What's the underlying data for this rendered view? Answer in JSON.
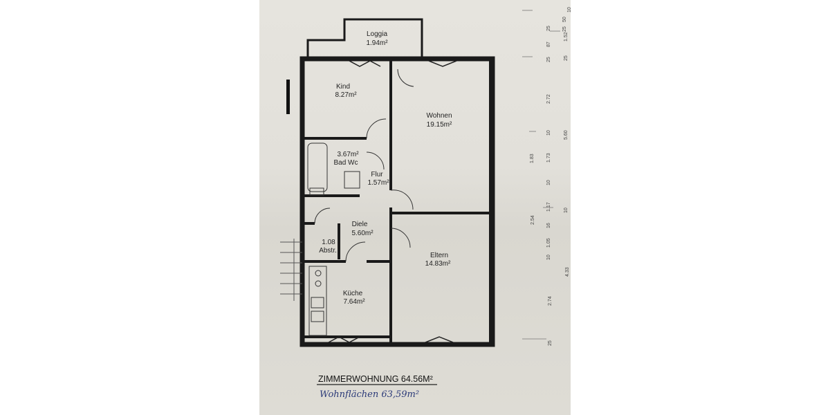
{
  "rooms": {
    "loggia": {
      "name": "Loggia",
      "area": "1.94m²"
    },
    "kind": {
      "name": "Kind",
      "area": "8.27m²"
    },
    "wohnen": {
      "name": "Wohnen",
      "area": "19.15m²"
    },
    "bad": {
      "name": "Bad Wc",
      "area": "3.67m²"
    },
    "flur": {
      "name": "Flur",
      "area": "1.57m²"
    },
    "diele": {
      "name": "Diele",
      "area": "5.60m²"
    },
    "abstr": {
      "name": "Abstr.",
      "area": "1.08"
    },
    "kueche": {
      "name": "Küche",
      "area": "7.64m²"
    },
    "eltern": {
      "name": "Eltern",
      "area": "14.83m²"
    }
  },
  "title": "ZIMMERWOHNUNG 64.56M²",
  "handwritten_note": "Wohnflächen 63,59m²",
  "dimensions": {
    "col1": [
      "2.54"
    ],
    "col2": [
      "1.83",
      "2.72",
      "87",
      "25",
      "25",
      "10",
      "1.73",
      "10",
      "1.17",
      "16",
      "1.05",
      "10",
      "2.74",
      "25"
    ],
    "col3": [
      "50",
      "25",
      "1.52",
      "25",
      "5.60",
      "10",
      "4.33"
    ],
    "col4": [
      "10"
    ]
  }
}
